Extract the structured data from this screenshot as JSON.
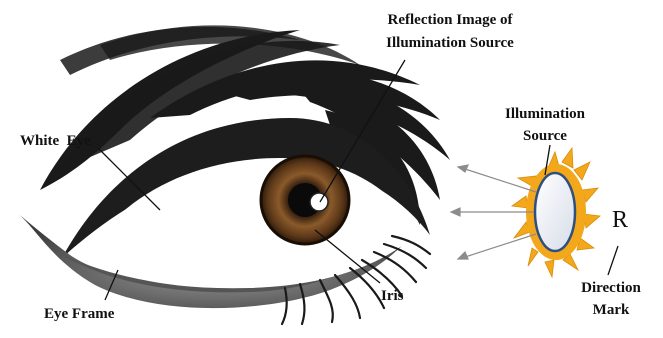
{
  "labels": {
    "reflection_line1": "Reflection Image of",
    "reflection_line2": "Illumination Source",
    "illumination_line1": "Illumination",
    "illumination_line2": "Source",
    "white_eye": "White  Eye",
    "iris": "Iris",
    "eye_frame": "Eye Frame",
    "direction_mark_letter": "R",
    "direction_line1": "Direction",
    "direction_line2": "Mark"
  },
  "icons": {
    "eye": "eye-illustration-icon",
    "source": "sun-illumination-icon"
  },
  "colors": {
    "lash": "#1a1a1a",
    "frame": "#6f6f6f",
    "iris_outer": "#3a2212",
    "iris_inner": "#8a5a2a",
    "pupil": "#0a0a0a",
    "sun": "#f3a81b",
    "source_ring": "#2f4f7f",
    "ray": "#8c8c8c"
  }
}
